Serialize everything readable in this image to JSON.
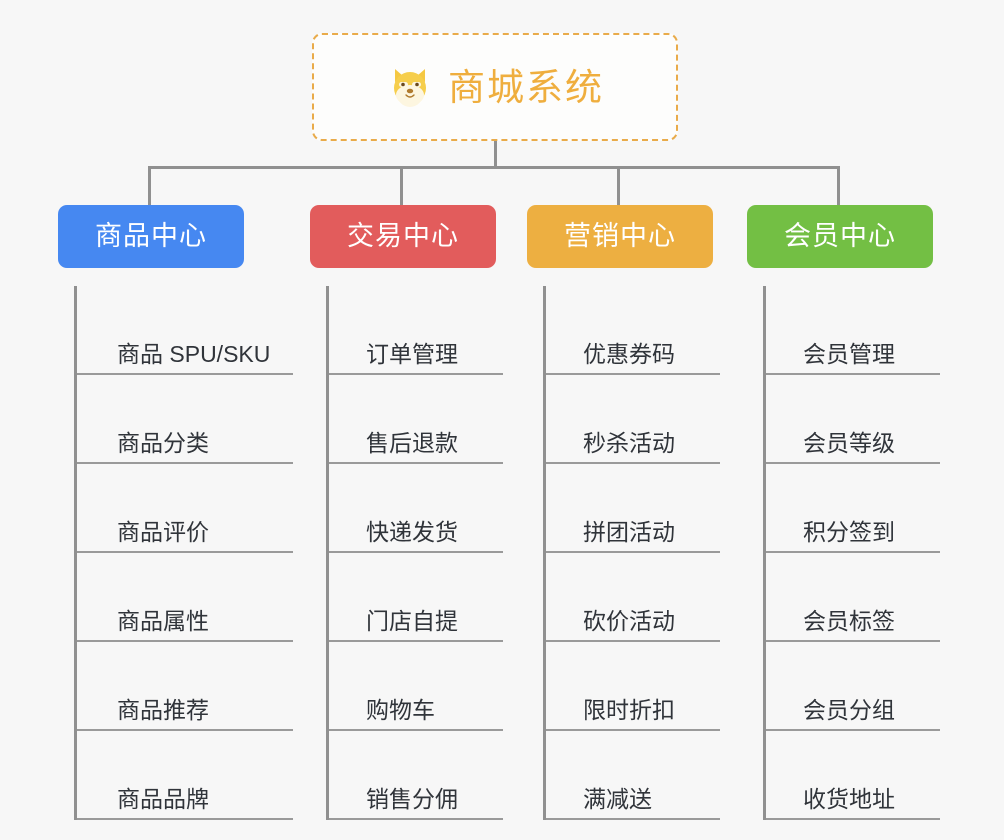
{
  "diagram": {
    "title": "商城系统",
    "root": {
      "label": "商城系统",
      "icon": "shiba-dog-icon",
      "border_color": "#e9ab4a",
      "text_color": "#efae3e"
    },
    "connector_color": "#909090",
    "background_color": "#f7f7f7",
    "branches": [
      {
        "label": "商品中心",
        "color": "#4688f1",
        "items": [
          "商品 SPU/SKU",
          "商品分类",
          "商品评价",
          "商品属性",
          "商品推荐",
          "商品品牌"
        ]
      },
      {
        "label": "交易中心",
        "color": "#e25c5c",
        "items": [
          "订单管理",
          "售后退款",
          "快递发货",
          "门店自提",
          "购物车",
          "销售分佣"
        ]
      },
      {
        "label": "营销中心",
        "color": "#edaf41",
        "items": [
          "优惠券码",
          "秒杀活动",
          "拼团活动",
          "砍价活动",
          "限时折扣",
          "满减送"
        ]
      },
      {
        "label": "会员中心",
        "color": "#73bf44",
        "items": [
          "会员管理",
          "会员等级",
          "积分签到",
          "会员标签",
          "会员分组",
          "收货地址"
        ]
      }
    ]
  }
}
